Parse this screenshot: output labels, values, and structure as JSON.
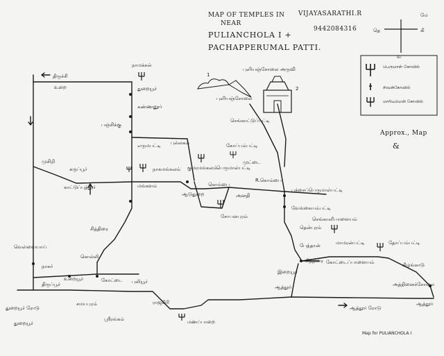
{
  "header": {
    "title_line1": "MAP OF TEMPLES IN",
    "title_line2": "NEAR",
    "title_line3": "PULIANCHOLA I +",
    "title_line4": "PACHAPPERUMAL PATTI.",
    "author": "VIJAYASARATHI.R",
    "phone": "9442084316"
  },
  "compass": {
    "west": "மே",
    "east": "கி",
    "south": "தெ",
    "north": "வ"
  },
  "legend": {
    "items": [
      {
        "label": "பெருமாள் கோவில்"
      },
      {
        "label": "சிவன்கோவில்"
      },
      {
        "label": "மாரியம்மன் கோவில்"
      }
    ],
    "note": "Approx., Map",
    "sign": "&"
  },
  "footer": {
    "credit": "Map for PULIANCHOLA I"
  },
  "places": {
    "trichy_top": "திருச்சி",
    "urai": "உறை",
    "namakkal": "நாமக்கல்",
    "thuraiyur": "துறையூர்",
    "kannanur": "கண்ணனூர்",
    "erumai": "எருமபட்டி",
    "panchi": "பஞ்சிக்கு",
    "muthu": "முசிறி",
    "karuppur": "கருப்பூர்",
    "kaattup": "காட்டுப்புத்தூர்",
    "mangalam": "மங்களம்",
    "pullaga": "புல்லகம்",
    "nagamangalam": "நாகமங்கலம்",
    "kumaramangalam": "குமரமங்கலம்",
    "perumalpatti": "பெருமாள்பட்டி",
    "koppampatti": "கோப்பம்பட்டி",
    "puliyancholai_falls": "புளியஞ்சோலை அருவி",
    "1": "1",
    "2": "2",
    "puliyanch_road": "புளியஞ்சோலை",
    "sengattupatti": "செங்காட்டுப்பட்டி",
    "muttay": "முட்டை",
    "anadhi": "அனதி",
    "kombai": "கொம்பை",
    "r_gombai": "R.கொம்பை",
    "aaduthurai": "ஆடுதுறை",
    "sobana": "சோபனபுரம்",
    "pachaperumal": "பச்சைப்பெருமாள்பட்டி",
    "vengaiyaam": "வேங்கையம்பட்டி",
    "sengalipalayam": "செங்காளிபாளையம்",
    "thenpuram": "தென்புரம்",
    "mamaranpatti": "மாமரன்பட்டி",
    "thoppampatti": "தோப்பம்பட்டி",
    "kottaippalayam": "கோட்டைப்பாளையம்",
    "pethan": "பேத்தான்",
    "sithirai": "சித்திரை",
    "kilangadu": "கிழங்காடு",
    "athinaicorai": "அத்தினைச்சோலை",
    "eraiyur": "இறையூர்",
    "samayapuram": "சமயபுரம்",
    "thirappur": "திருப்பூர்",
    "uraiyur": "உறையூர்",
    "kottai": "கோட்டை",
    "puliyur": "புலியூர்",
    "rajagiri": "ராஜகிரி",
    "manapparai": "மணப்பாறை",
    "srirangam": "ஸ்ரீரங்கம்",
    "nagar": "நாகர்",
    "kolli": "கொல்லி",
    "thuraiyur_road": "துறையூர் ரோடு",
    "thuraiyur2": "துறையூர்",
    "athur": "ஆத்தூர்",
    "athur_road": "ஆத்தூர் ரோடு",
    "athur_bottom": "ஆத்தூர்",
    "vellaiyai": "வெள்ளையாய்",
    "sithirai2": "சித்திரை"
  }
}
